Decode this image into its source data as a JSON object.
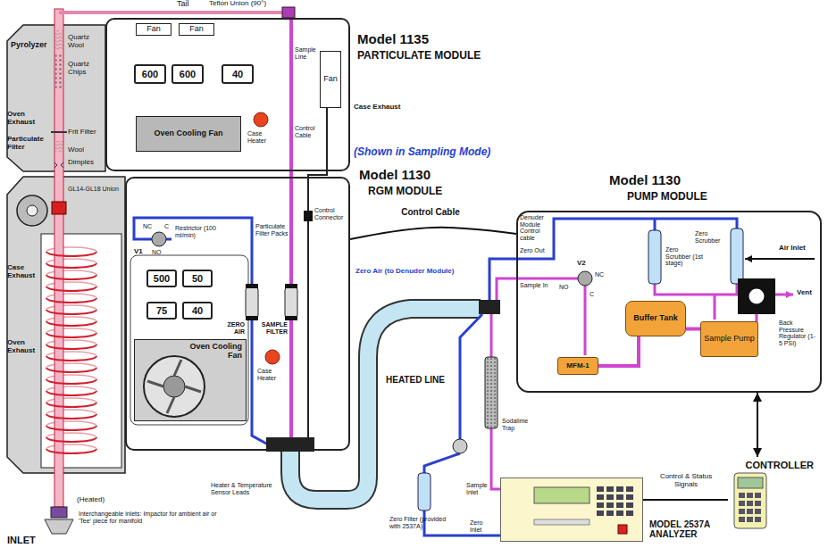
{
  "diagram": {
    "nodes": [
      {
        "text": [
          "Model 1135",
          "PARTICULATE MODULE"
        ]
      },
      {
        "text": [
          "Fan"
        ],
        "in": 0
      },
      {
        "text": [
          "Fan"
        ],
        "in": 0
      },
      {
        "text": [
          "600"
        ],
        "in": 0
      },
      {
        "text": [
          "600"
        ],
        "in": 0
      },
      {
        "text": [
          "40"
        ],
        "in": 0
      },
      {
        "text": [
          "Fan"
        ],
        "in": 0
      },
      {
        "text": [
          "Oven Cooling Fan"
        ],
        "in": 0
      },
      {
        "text": [
          "Model 1130",
          "RGM MODULE"
        ]
      },
      {
        "text": [
          "500"
        ],
        "in": 8
      },
      {
        "text": [
          "50"
        ],
        "in": 8
      },
      {
        "text": [
          "75"
        ],
        "in": 8
      },
      {
        "text": [
          "40"
        ],
        "in": 8
      },
      {
        "text": [
          "Oven Cooling Fan"
        ],
        "in": 8
      },
      {
        "text": [
          "Model 1130",
          "PUMP MODULE"
        ]
      },
      {
        "text": [
          "Buffer Tank"
        ],
        "in": 14
      },
      {
        "text": [
          "MFM-1"
        ],
        "in": 14
      },
      {
        "text": [
          "Sample Pump"
        ],
        "in": 14
      },
      {
        "text": [
          "CONTROLLER"
        ]
      },
      {
        "text": [
          "MODEL 2537A ANALYZER"
        ]
      }
    ],
    "edges": [
      {
        "from": 16,
        "to": 15,
        "arrow": "none"
      },
      {
        "from": 15,
        "to": 17,
        "arrow": "none"
      },
      {
        "from": 8,
        "to": 14,
        "label": "Control Cable",
        "arrow": "none"
      },
      {
        "from": 14,
        "to": 18,
        "arrow": "both"
      },
      {
        "from": 19,
        "to": 18,
        "label": "Control & Status Signals",
        "arrow": "none"
      }
    ],
    "labels": [
      "Tail",
      "Teflon Union (90°)",
      "Pyrolyzer",
      "Quartz Wool",
      "Quartz Chips",
      "Oven Exhaust",
      "Particulate Filter",
      "Frit Filter",
      "Wool",
      "Dimples",
      "Sample Line",
      "Case Heater",
      "Control Cable",
      "Case Exhaust",
      "(Shown in Sampling Mode)",
      "GL14-GL18 Union",
      "Case Exhaust",
      "NC",
      "C",
      "V1",
      "NO",
      "Restrictor (100 ml/min)",
      "Particulate Filter Packs",
      "Control Connector",
      "ZERO AIR",
      "SAMPLE FILTER",
      "Oven Exhaust",
      "Case Heater",
      "Heater & Temperature Sensor Leads",
      "(Heated)",
      "Interchangeable inlets: Impactor for ambient air or 'Tee' piece for manifold",
      "INLET",
      "HEATED LINE",
      "Zero Air (to Denuder Module)",
      "Denuder Module Control cable",
      "Zero Out",
      "Zero Scrubber (1st stage)",
      "Zero Scrubber",
      "Air Inlet",
      "V2",
      "Sample In",
      "NO",
      "NC",
      "C",
      "Vent",
      "Back Pressure Regulator (1-5 PSI)",
      "Sodalime Trap",
      "Sample Inlet",
      "Zero Inlet",
      "Zero Filter (provided with 2537A)"
    ]
  }
}
